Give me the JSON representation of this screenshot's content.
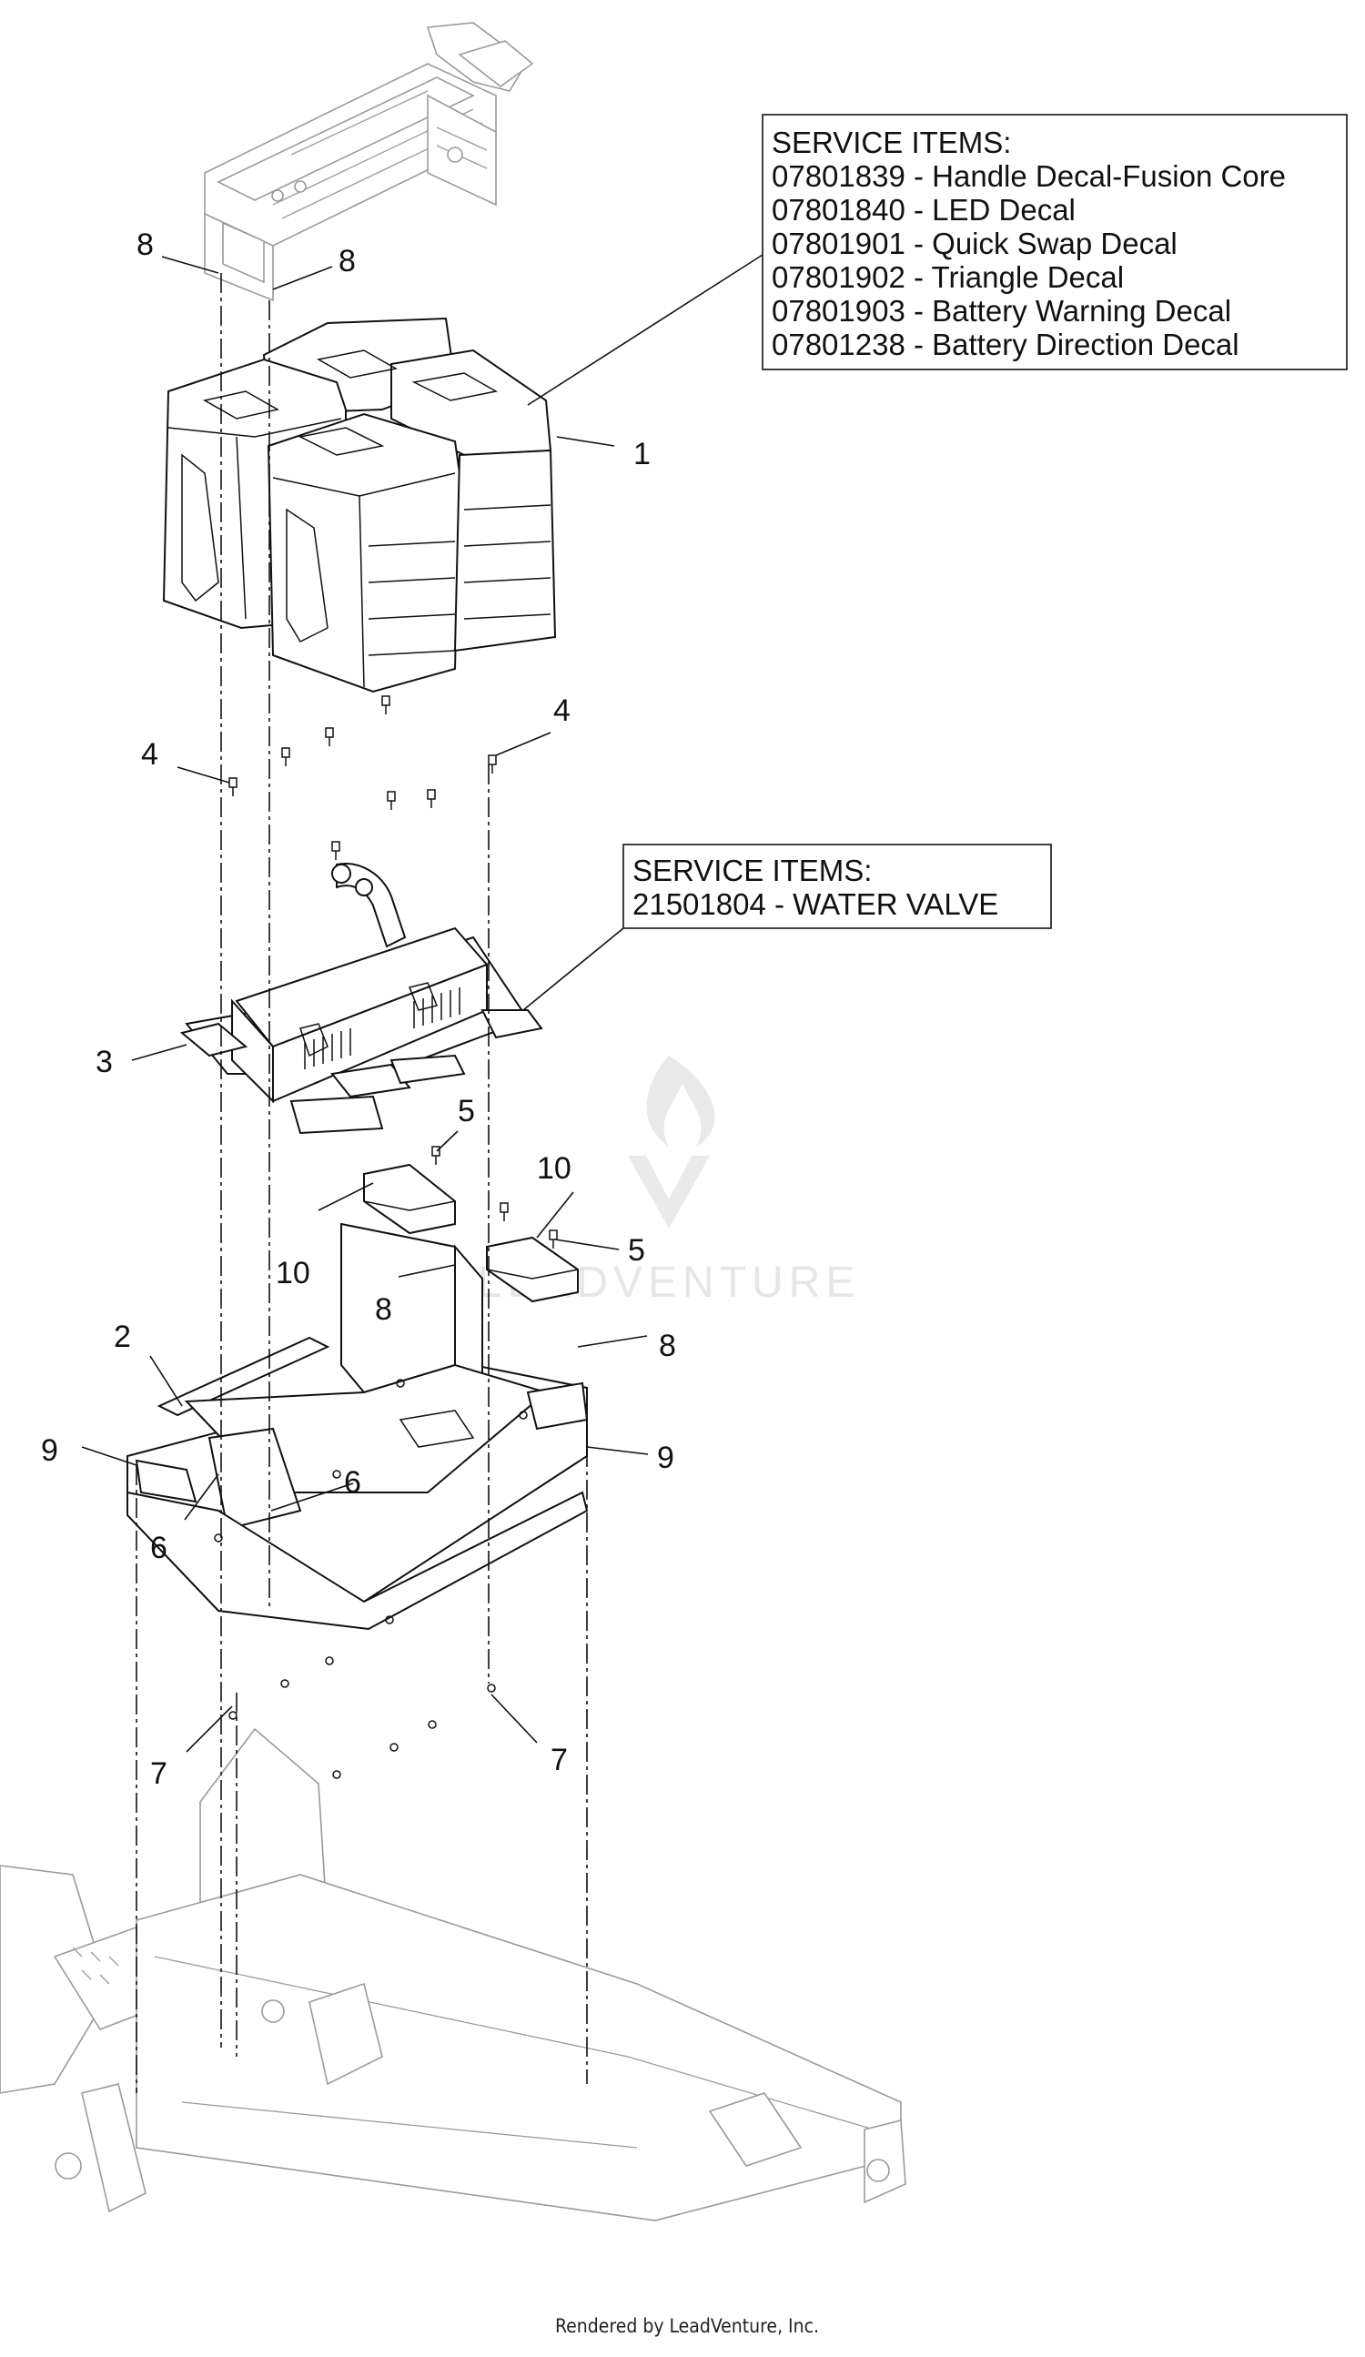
{
  "callouts": {
    "c1": "1",
    "c2": "2",
    "c3": "3",
    "c4a": "4",
    "c4b": "4",
    "c5a": "5",
    "c5b": "5",
    "c6a": "6",
    "c6b": "6",
    "c7a": "7",
    "c7b": "7",
    "c8a": "8",
    "c8b": "8",
    "c8c": "8",
    "c8d": "8",
    "c9a": "9",
    "c9b": "9",
    "c10a": "10",
    "c10b": "10"
  },
  "service_box_1": {
    "title": "SERVICE ITEMS:",
    "items": [
      "07801839 - Handle Decal-Fusion Core",
      "07801840 - LED Decal",
      "07801901 - Quick Swap Decal",
      "07801902 - Triangle Decal",
      "07801903 - Battery Warning Decal",
      "07801238 - Battery Direction Decal"
    ]
  },
  "service_box_2": {
    "title": "SERVICE ITEMS:",
    "items": [
      "21501804 - WATER VALVE"
    ]
  },
  "watermark": "LEADVENTURE",
  "footer": "Rendered by LeadVenture, Inc."
}
